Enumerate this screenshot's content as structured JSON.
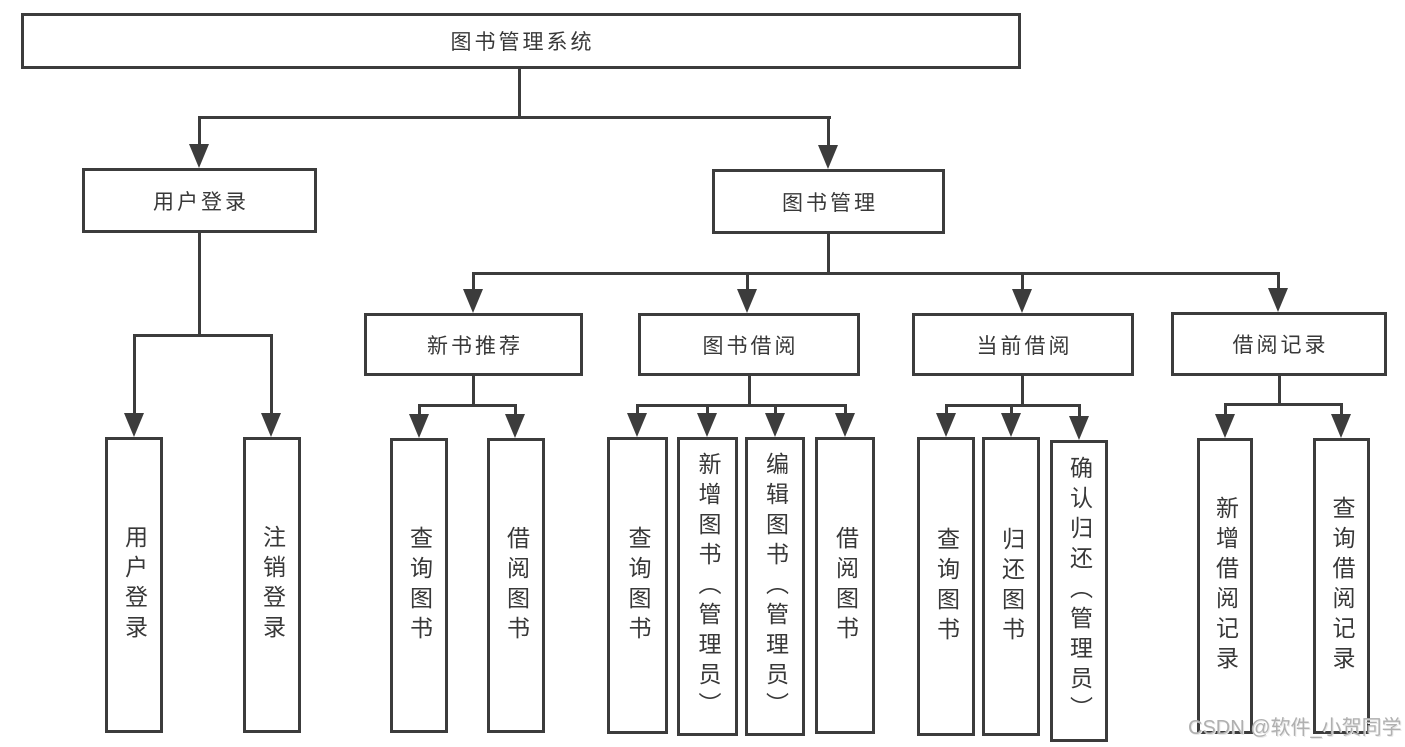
{
  "tree": {
    "label": "图书管理系统",
    "children": [
      {
        "label": "用户登录",
        "children": [
          {
            "label": "用户登录"
          },
          {
            "label": "注销登录"
          }
        ]
      },
      {
        "label": "图书管理",
        "children": [
          {
            "label": "新书推荐",
            "children": [
              {
                "label": "查询图书"
              },
              {
                "label": "借阅图书"
              }
            ]
          },
          {
            "label": "图书借阅",
            "children": [
              {
                "label": "查询图书"
              },
              {
                "label": "新增图书（管理员）"
              },
              {
                "label": "编辑图书（管理员）"
              },
              {
                "label": "借阅图书"
              }
            ]
          },
          {
            "label": "当前借阅",
            "children": [
              {
                "label": "查询图书"
              },
              {
                "label": "归还图书"
              },
              {
                "label": "确认归还（管理员）"
              }
            ]
          },
          {
            "label": "借阅记录",
            "children": [
              {
                "label": "新增借阅记录"
              },
              {
                "label": "查询借阅记录"
              }
            ]
          }
        ]
      }
    ]
  },
  "watermark": {
    "text": "CSDN @软件_小贺同学"
  },
  "colors": {
    "line": "#3c3c3c",
    "text": "#383838",
    "background": "#ffffff",
    "watermark": "#b0b0b0"
  }
}
